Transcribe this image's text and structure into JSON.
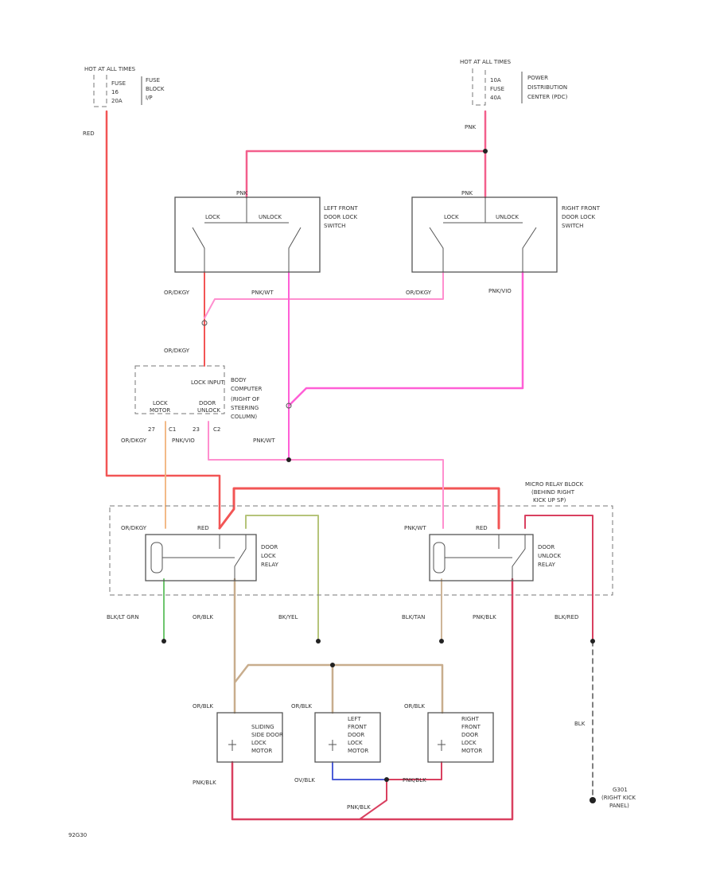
{
  "colors": {
    "red": "#f25555",
    "pink": "#f35f8c",
    "ppk": "#ff8fcf",
    "magenta": "#ff5fd6",
    "orange": "#f0b27a",
    "tan": "#c8ad8d",
    "yellow_green": "#b5c47a",
    "green": "#6ec56e",
    "blue": "#4d5dd8",
    "gray": "#555555",
    "dark_red": "#d94060"
  },
  "sources": {
    "left": {
      "title": "HOT AT ALL TIMES",
      "lines": [
        "FUSE",
        "16",
        "20A"
      ],
      "desc": [
        "FUSE",
        "BLOCK",
        "I/P"
      ]
    },
    "right": {
      "title": "HOT AT ALL TIMES",
      "lines": [
        "10A",
        "FUSE",
        "40A"
      ],
      "desc": [
        "POWER",
        "DISTRIBUTION",
        "CENTER (PDC)"
      ]
    }
  },
  "switches": {
    "left": {
      "pin": "PNK",
      "lock": "LOCK",
      "unlock": "UNLOCK",
      "desc": [
        "LEFT FRONT",
        "DOOR LOCK",
        "SWITCH"
      ]
    },
    "right": {
      "pin": "PNK",
      "lock": "LOCK",
      "unlock": "UNLOCK",
      "desc": [
        "RIGHT FRONT",
        "DOOR LOCK",
        "SWITCH"
      ]
    }
  },
  "computer": {
    "lock_input": "LOCK INPUT",
    "pin_lock": [
      "LOCK",
      "MOTOR"
    ],
    "pin_door": [
      "DOOR",
      "UNLOCK"
    ],
    "desc": [
      "BODY",
      "COMPUTER",
      "(RIGHT OF",
      "STEERING",
      "COLUMN)"
    ],
    "pins": [
      "27",
      "C1",
      "23",
      "C2"
    ]
  },
  "relay_block": {
    "desc": [
      "MICRO RELAY BLOCK",
      "(BEHIND RIGHT",
      "KICK UP SP)"
    ],
    "lock_relay": [
      "DOOR",
      "LOCK",
      "RELAY"
    ],
    "unlock_relay": [
      "DOOR",
      "UNLOCK",
      "RELAY"
    ]
  },
  "motors": {
    "sliding": [
      "SLIDING",
      "SIDE DOOR",
      "LOCK",
      "MOTOR"
    ],
    "left": [
      "LEFT",
      "FRONT",
      "DOOR",
      "LOCK",
      "MOTOR"
    ],
    "right": [
      "RIGHT",
      "FRONT",
      "DOOR",
      "LOCK",
      "MOTOR"
    ]
  },
  "ground": [
    "G301",
    "(RIGHT KICK",
    "PANEL)"
  ],
  "wire_labels": {
    "red_left": "RED",
    "pnk_top": "PNK",
    "org_left_sw": "OR/DKGY",
    "pnk_left_sw": "PNK/WT",
    "org_right_sw": "OR/DKGY",
    "pnk_right_sw": "PNK/VIO",
    "org_mid": "OR/DKGY",
    "org_comp": "OR/DKGY",
    "pnk_comp": "PNK/VIO",
    "pnk_comp2": "PNK/WT",
    "org_relay": "OR/DKGY",
    "red_relay1": "RED",
    "pnk_relay2": "PNK/WT",
    "red_relay2": "RED",
    "blk_drg": "BLK/LT GRN",
    "or_blk": "OR/BLK",
    "bk_yel": "BK/YEL",
    "blk_tan": "BLK/TAN",
    "pnk_blk": "PNK/BLK",
    "bk_red": "BLK/RED",
    "or_blk_m1": "OR/BLK",
    "or_blk_m2": "OR/BLK",
    "or_blk_m3": "OR/BLK",
    "pnk_blk_m1": "PNK/BLK",
    "ov_blk": "OV/BLK",
    "pnk_blk_m2": "PNK/BLK",
    "pnk_blk_bot": "PNK/BLK",
    "blk_gnd": "BLK"
  },
  "footer_code": "92G30"
}
